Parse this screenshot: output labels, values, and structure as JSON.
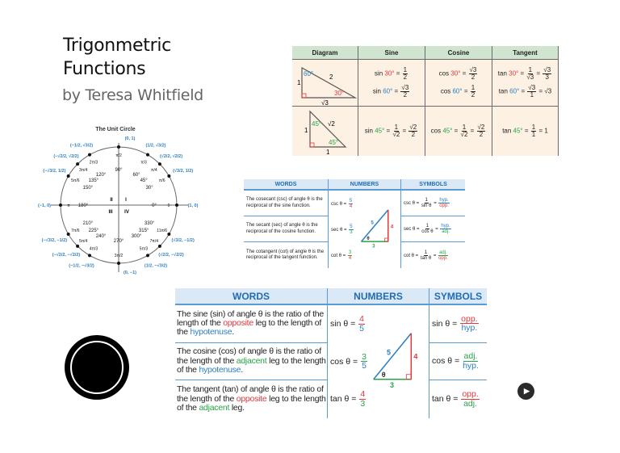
{
  "slide": {
    "title_line1": "Trigonmetric",
    "title_line2": "Functions",
    "subtitle": "by Teresa Whitfield"
  },
  "colors": {
    "red": "#e5363b",
    "blue": "#2b7fc2",
    "green": "#27a548"
  },
  "special_table": {
    "headers": [
      "Diagram",
      "Sine",
      "Cosine",
      "Tangent"
    ],
    "tri30": {
      "a1": "60°",
      "a2": "30°",
      "hyp": "2",
      "short": "1",
      "long": "√3"
    },
    "tri45": {
      "a1": "45°",
      "a2": "45°",
      "hyp": "√2",
      "leg1": "1",
      "leg2": "1"
    },
    "rows": [
      [
        [
          {
            "t": "sin "
          },
          {
            "t": "30°",
            "c": "red"
          },
          {
            "t": " = "
          },
          {
            "f": [
              "1",
              "2"
            ]
          }
        ],
        [
          {
            "t": "cos "
          },
          {
            "t": "30°",
            "c": "red"
          },
          {
            "t": " = "
          },
          {
            "f": [
              "√3",
              "2"
            ]
          }
        ],
        [
          {
            "t": "tan "
          },
          {
            "t": "30°",
            "c": "red"
          },
          {
            "t": " = "
          },
          {
            "f": [
              "1",
              "√3"
            ]
          },
          {
            "t": " = "
          },
          {
            "f": [
              "√3",
              "3"
            ]
          }
        ]
      ],
      [
        [
          {
            "t": "sin "
          },
          {
            "t": "60°",
            "c": "blue"
          },
          {
            "t": " = "
          },
          {
            "f": [
              "√3",
              "2"
            ]
          }
        ],
        [
          {
            "t": "cos "
          },
          {
            "t": "60°",
            "c": "blue"
          },
          {
            "t": " = "
          },
          {
            "f": [
              "1",
              "2"
            ]
          }
        ],
        [
          {
            "t": "tan "
          },
          {
            "t": "60°",
            "c": "blue"
          },
          {
            "t": " = "
          },
          {
            "f": [
              "√3",
              "1"
            ]
          },
          {
            "t": " = √3"
          }
        ]
      ],
      [
        [
          {
            "t": "sin "
          },
          {
            "t": "45°",
            "c": "green"
          },
          {
            "t": " = "
          },
          {
            "f": [
              "1",
              "√2"
            ]
          },
          {
            "t": " = "
          },
          {
            "f": [
              "√2",
              "2"
            ]
          }
        ],
        [
          {
            "t": "cos "
          },
          {
            "t": "45°",
            "c": "green"
          },
          {
            "t": " = "
          },
          {
            "f": [
              "1",
              "√2"
            ]
          },
          {
            "t": " = "
          },
          {
            "f": [
              "√2",
              "2"
            ]
          }
        ],
        [
          {
            "t": "tan "
          },
          {
            "t": "45°",
            "c": "green"
          },
          {
            "t": " = "
          },
          {
            "f": [
              "1",
              "1"
            ]
          },
          {
            "t": " = 1"
          }
        ]
      ]
    ]
  },
  "unit_circle": {
    "title": "The Unit Circle",
    "quadrants": [
      "I",
      "II",
      "III",
      "IV"
    ],
    "points": [
      {
        "deg": "0°",
        "rad": "0",
        "coord": "(1, 0)",
        "a": 0
      },
      {
        "deg": "30°",
        "rad": "π/6",
        "coord": "(√3/2, 1/2)",
        "a": 30
      },
      {
        "deg": "45°",
        "rad": "π/4",
        "coord": "(√2/2, √2/2)",
        "a": 45
      },
      {
        "deg": "60°",
        "rad": "π/3",
        "coord": "(1/2, √3/2)",
        "a": 60
      },
      {
        "deg": "90°",
        "rad": "π/2",
        "coord": "(0, 1)",
        "a": 90
      },
      {
        "deg": "120°",
        "rad": "2π/3",
        "coord": "(−1/2, √3/2)",
        "a": 120
      },
      {
        "deg": "135°",
        "rad": "3π/4",
        "coord": "(−√2/2, √2/2)",
        "a": 135
      },
      {
        "deg": "150°",
        "rad": "5π/6",
        "coord": "(−√3/2, 1/2)",
        "a": 150
      },
      {
        "deg": "180°",
        "rad": "π",
        "coord": "(−1, 0)",
        "a": 180
      },
      {
        "deg": "210°",
        "rad": "7π/6",
        "coord": "(−√3/2, −1/2)",
        "a": 210
      },
      {
        "deg": "225°",
        "rad": "5π/4",
        "coord": "(−√2/2, −√2/2)",
        "a": 225
      },
      {
        "deg": "240°",
        "rad": "4π/3",
        "coord": "(−1/2, −√3/2)",
        "a": 240
      },
      {
        "deg": "270°",
        "rad": "3π/2",
        "coord": "(0, −1)",
        "a": 270
      },
      {
        "deg": "300°",
        "rad": "5π/3",
        "coord": "(1/2, −√3/2)",
        "a": 300
      },
      {
        "deg": "315°",
        "rad": "7π/4",
        "coord": "(√2/2, −√2/2)",
        "a": 315
      },
      {
        "deg": "330°",
        "rad": "11π/6",
        "coord": "(√3/2, −1/2)",
        "a": 330
      }
    ]
  },
  "reciprocal_table": {
    "headers": [
      "WORDS",
      "NUMBERS",
      "SYMBOLS"
    ],
    "words": [
      "The cosecant (csc) of angle θ is the reciprocal of the sine function.",
      "The secant (sec) of angle θ is the reciprocal of the cosine function.",
      "The cotangent (cot) of angle θ is the reciprocal of the tangent function."
    ],
    "numbers": [
      [
        {
          "t": "csc θ = "
        },
        {
          "f": [
            "5",
            "4"
          ],
          "cn": "blue",
          "cd": "red"
        }
      ],
      [
        {
          "t": "sec θ = "
        },
        {
          "f": [
            "5",
            "3"
          ],
          "cn": "blue",
          "cd": "green"
        }
      ],
      [
        {
          "t": "cot θ = "
        },
        {
          "f": [
            "3",
            "4"
          ],
          "cn": "green",
          "cd": "red"
        }
      ]
    ],
    "symbols": [
      [
        {
          "t": "csc θ = "
        },
        {
          "f": [
            "1",
            "sin θ"
          ]
        },
        {
          "t": " = "
        },
        {
          "f": [
            "hyp.",
            "opp."
          ],
          "cn": "blue",
          "cd": "red"
        }
      ],
      [
        {
          "t": "sec θ = "
        },
        {
          "f": [
            "1",
            "cos θ"
          ]
        },
        {
          "t": " = "
        },
        {
          "f": [
            "hyp.",
            "adj."
          ],
          "cn": "blue",
          "cd": "green"
        }
      ],
      [
        {
          "t": "cot θ = "
        },
        {
          "f": [
            "1",
            "tan θ"
          ]
        },
        {
          "t": " = "
        },
        {
          "f": [
            "adj.",
            "opp."
          ],
          "cn": "green",
          "cd": "red"
        }
      ]
    ],
    "triangle": {
      "hyp": "5",
      "opp": "4",
      "adj": "3",
      "angle": "θ"
    }
  },
  "basic_table": {
    "headers": [
      "WORDS",
      "NUMBERS",
      "SYMBOLS"
    ],
    "words": [
      [
        {
          "t": "The sine (sin) of angle θ is the ratio of the length of the "
        },
        {
          "t": "opposite",
          "c": "red"
        },
        {
          "t": " leg to the length of the "
        },
        {
          "t": "hypotenuse",
          "c": "blue"
        },
        {
          "t": "."
        }
      ],
      [
        {
          "t": "The cosine (cos) of angle θ is the ratio of the length of the "
        },
        {
          "t": "adjacent",
          "c": "green"
        },
        {
          "t": " leg to the length of the "
        },
        {
          "t": "hypotenuse",
          "c": "blue"
        },
        {
          "t": "."
        }
      ],
      [
        {
          "t": "The tangent (tan) of angle θ is the ratio of the length of the "
        },
        {
          "t": "opposite",
          "c": "red"
        },
        {
          "t": " leg to the length of the "
        },
        {
          "t": "adjacent",
          "c": "green"
        },
        {
          "t": " leg."
        }
      ]
    ],
    "numbers": [
      [
        {
          "t": "sin θ = "
        },
        {
          "f": [
            "4",
            "5"
          ],
          "cn": "red",
          "cd": "blue"
        }
      ],
      [
        {
          "t": "cos θ = "
        },
        {
          "f": [
            "3",
            "5"
          ],
          "cn": "green",
          "cd": "blue"
        }
      ],
      [
        {
          "t": "tan θ = "
        },
        {
          "f": [
            "4",
            "3"
          ],
          "cn": "red",
          "cd": "green"
        }
      ]
    ],
    "symbols": [
      [
        {
          "t": "sin θ = "
        },
        {
          "f": [
            "opp.",
            "hyp."
          ],
          "cn": "red",
          "cd": "blue"
        }
      ],
      [
        {
          "t": "cos θ = "
        },
        {
          "f": [
            "adj.",
            "hyp."
          ],
          "cn": "green",
          "cd": "blue"
        }
      ],
      [
        {
          "t": "tan θ = "
        },
        {
          "f": [
            "opp.",
            "adj."
          ],
          "cn": "red",
          "cd": "green"
        }
      ]
    ],
    "triangle": {
      "hyp": "5",
      "opp": "4",
      "adj": "3",
      "angle": "θ"
    }
  },
  "controls": {
    "next_icon": "▶"
  }
}
